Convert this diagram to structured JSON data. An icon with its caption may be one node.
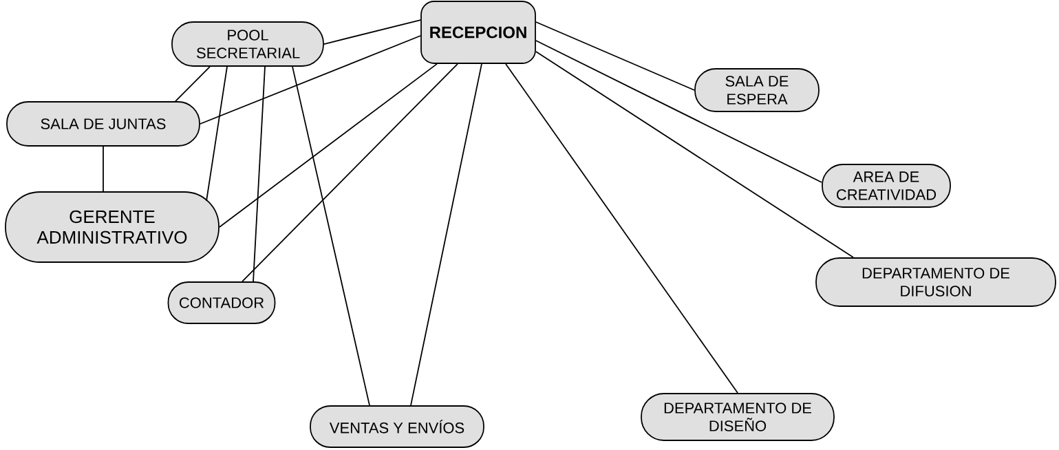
{
  "diagram": {
    "nodes": [
      {
        "text": [
          "RECEPCION"
        ]
      },
      {
        "text": [
          "POOL SECRETARIAL"
        ]
      },
      {
        "text": [
          "SALA DE ESPERA"
        ]
      },
      {
        "text": [
          "SALA DE JUNTAS"
        ]
      },
      {
        "text": [
          "AREA DE CREATIVIDAD"
        ]
      },
      {
        "text": [
          "GERENTE ADMINISTRATIVO"
        ]
      },
      {
        "text": [
          "DEPARTAMENTO DE DIFUSION"
        ]
      },
      {
        "text": [
          "CONTADOR"
        ]
      },
      {
        "text": [
          "DEPARTAMENTO DE DISEÑO"
        ]
      },
      {
        "text": [
          "VENTAS Y ENVÍOS"
        ]
      }
    ],
    "edges": [
      {
        "from": 1,
        "to": 0,
        "arrow": "none"
      },
      {
        "from": 0,
        "to": 3,
        "arrow": "none"
      },
      {
        "from": 0,
        "to": 2,
        "arrow": "none"
      },
      {
        "from": 0,
        "to": 4,
        "arrow": "none"
      },
      {
        "from": 0,
        "to": 6,
        "arrow": "none"
      },
      {
        "from": 0,
        "to": 8,
        "arrow": "none"
      },
      {
        "from": 0,
        "to": 9,
        "arrow": "none"
      },
      {
        "from": 0,
        "to": 7,
        "arrow": "none"
      },
      {
        "from": 0,
        "to": 5,
        "arrow": "none"
      },
      {
        "from": 1,
        "to": 3,
        "arrow": "none"
      },
      {
        "from": 1,
        "to": 5,
        "arrow": "none"
      },
      {
        "from": 1,
        "to": 7,
        "arrow": "none"
      },
      {
        "from": 1,
        "to": 9,
        "arrow": "none"
      },
      {
        "from": 3,
        "to": 5,
        "arrow": "none"
      }
    ]
  }
}
